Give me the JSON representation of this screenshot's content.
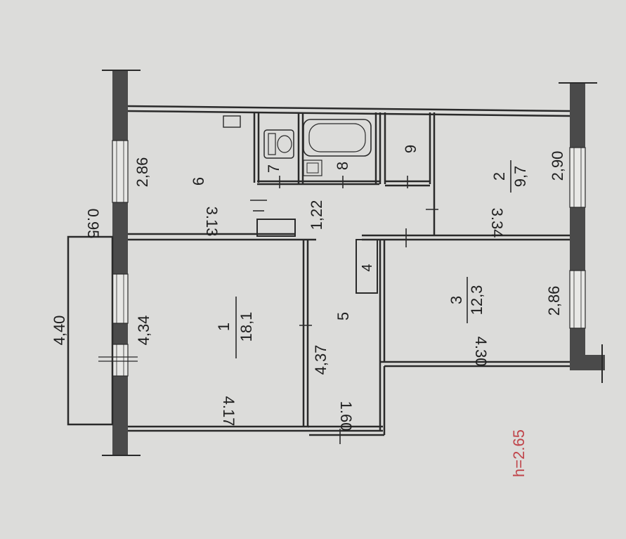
{
  "ceiling_height": "h=2.65",
  "rooms": [
    {
      "number": "1",
      "area": "18,1"
    },
    {
      "number": "2",
      "area": "9,7"
    },
    {
      "number": "3",
      "area": "12,3"
    },
    {
      "number": "4"
    },
    {
      "number": "5"
    },
    {
      "number": "6"
    },
    {
      "number": "7"
    },
    {
      "number": "8"
    },
    {
      "number": "9"
    }
  ],
  "dimensions": {
    "balcony_length": "4,40",
    "balcony_depth": "0.95",
    "kitchen_width": "2,86",
    "kitchen_length": "3.13",
    "room1_width": "4,34",
    "room1_length": "4.17",
    "corridor_length": "4,37",
    "corridor_width": "1.60",
    "hall_width": "1,22",
    "room2_width": "2,90",
    "room2_length": "3.34",
    "room3_width": "2,86",
    "room3_length": "4.30"
  }
}
